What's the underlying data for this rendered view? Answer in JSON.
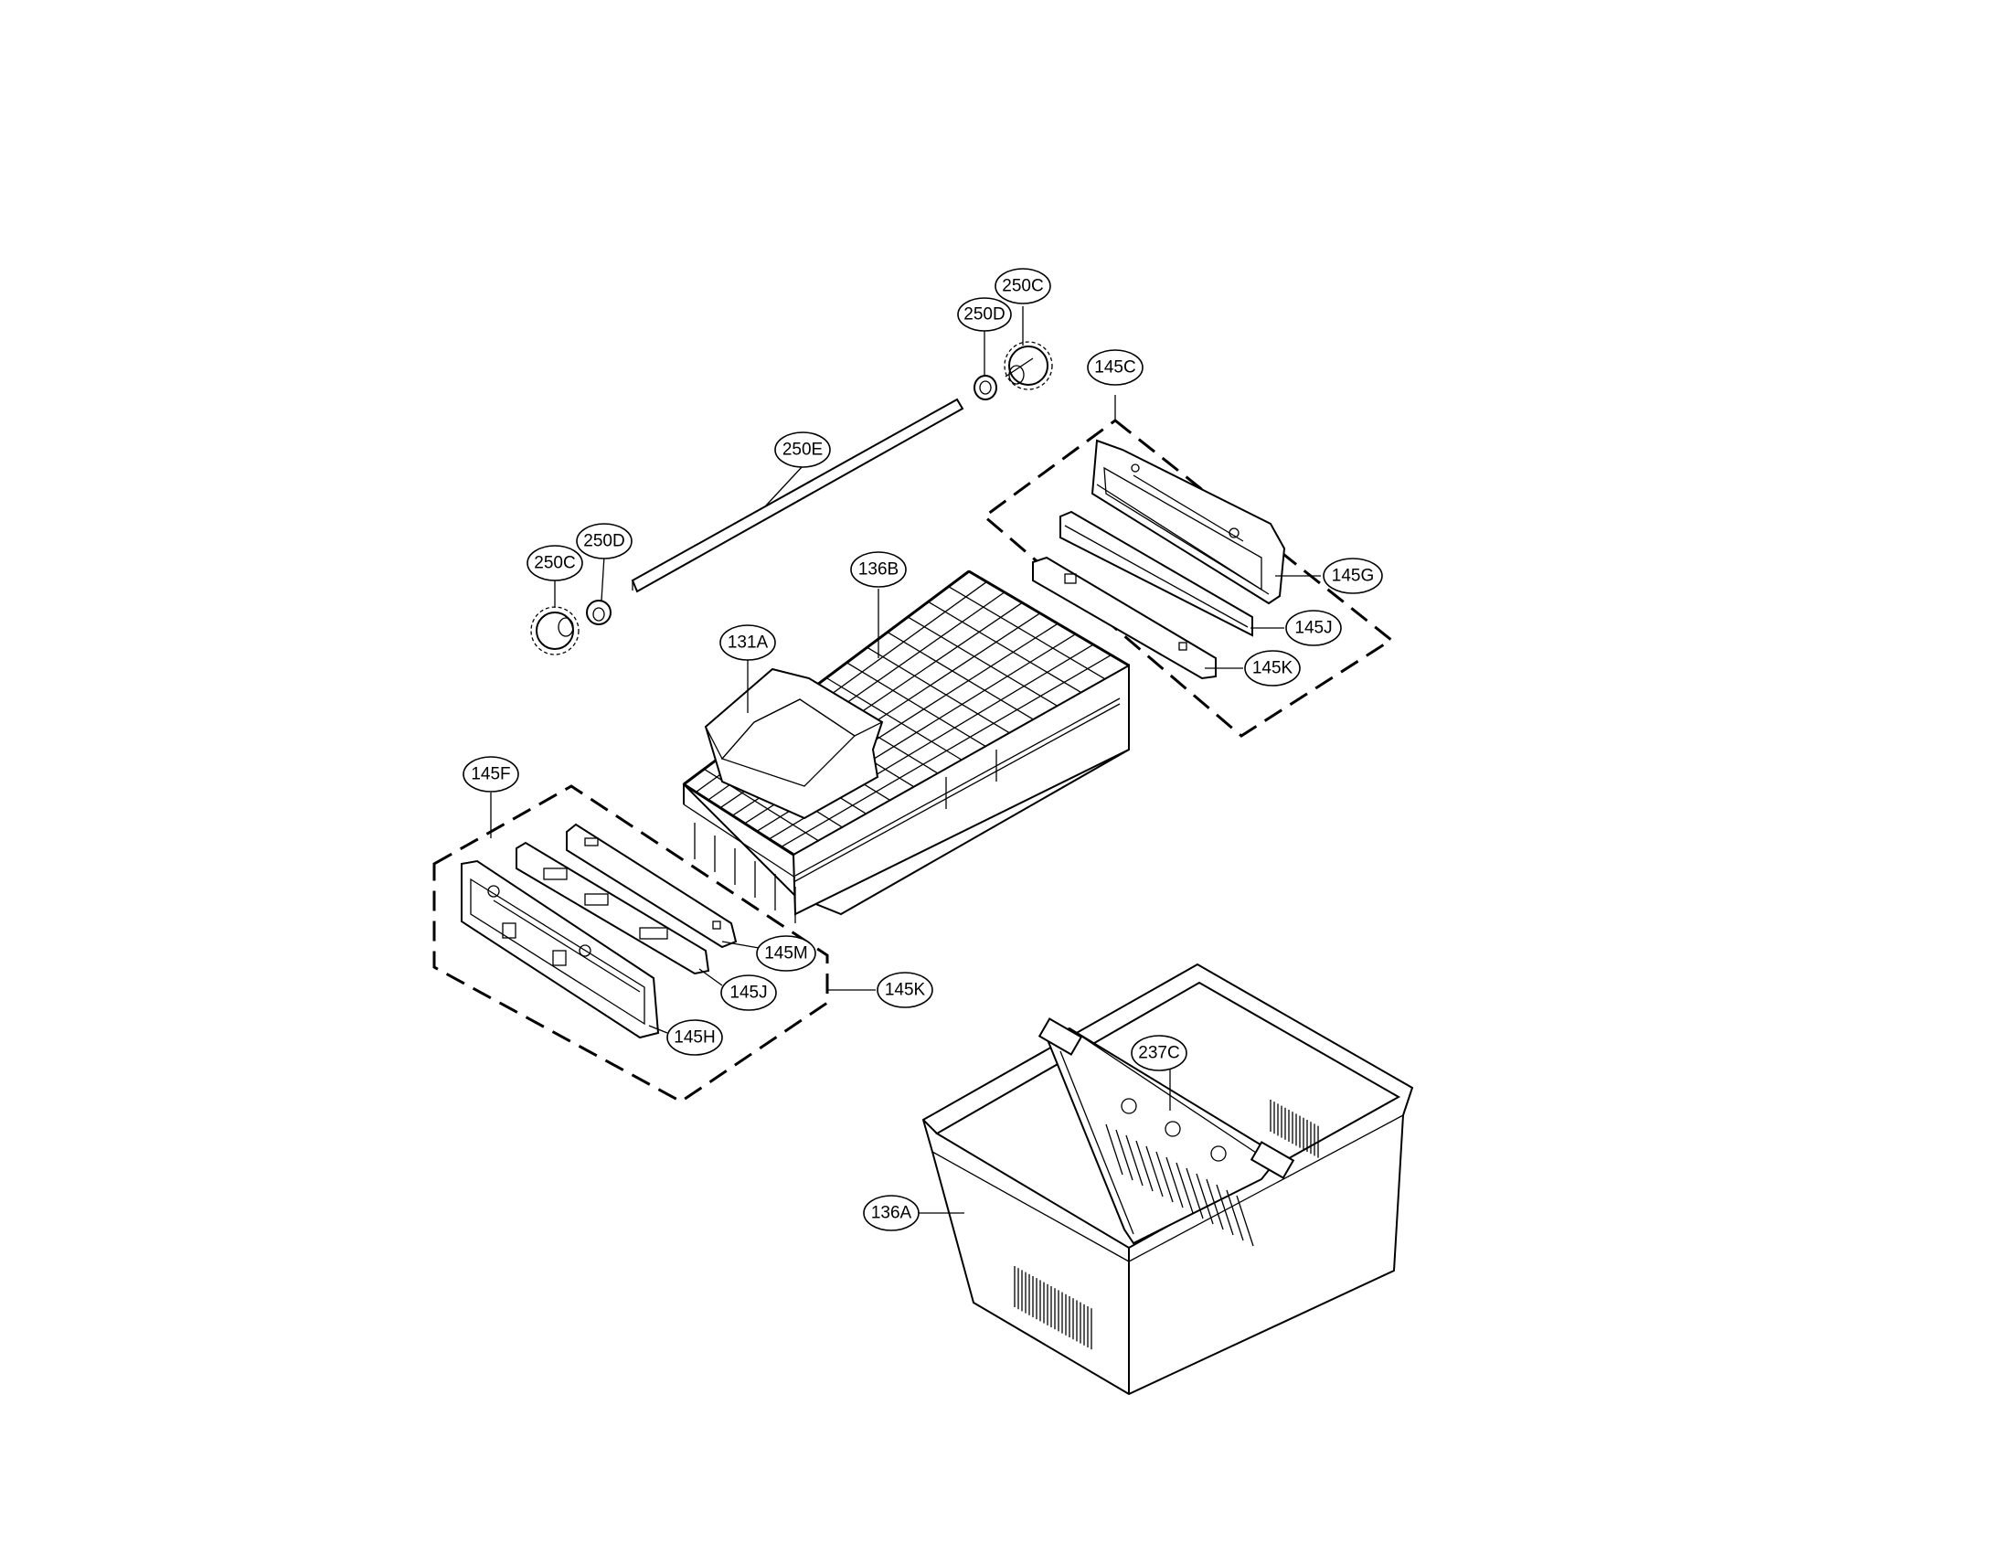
{
  "diagram": {
    "callouts": {
      "c250C_top": "250C",
      "c250D_top": "250D",
      "c145C": "145C",
      "c250E": "250E",
      "c250D_left": "250D",
      "c250C_left": "250C",
      "c136B": "136B",
      "c145G": "145G",
      "c131A": "131A",
      "c145J_right": "145J",
      "c145K_right": "145K",
      "c145F": "145F",
      "c145M": "145M",
      "c145K_left": "145K",
      "c145J_left": "145J",
      "c145H": "145H",
      "c237C": "237C",
      "c136A": "136A"
    }
  }
}
